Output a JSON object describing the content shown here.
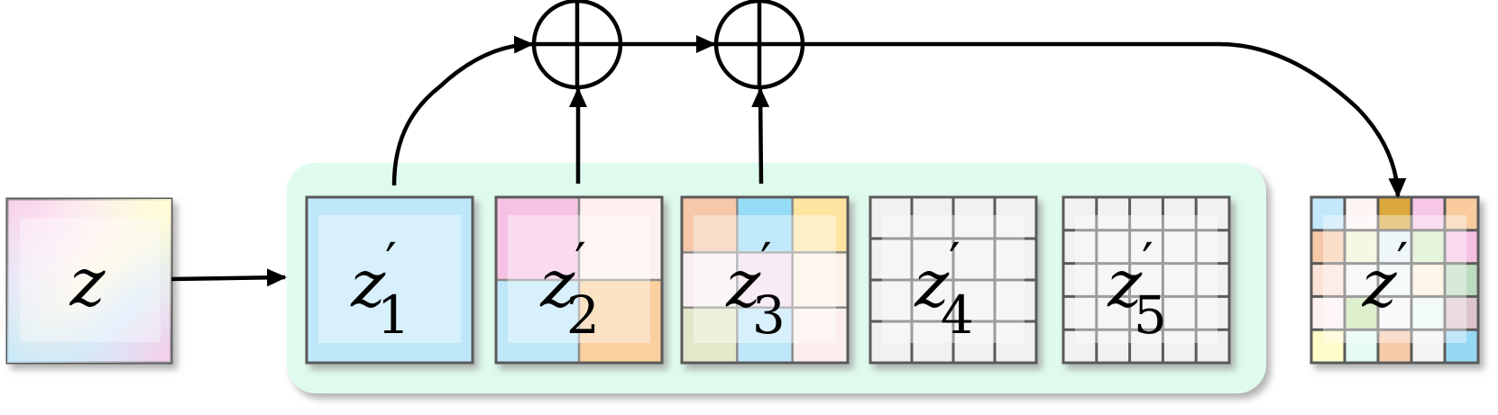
{
  "input": {
    "label": "z",
    "gradient": [
      "#f8c3e6",
      "#ffffd8",
      "#c2e8fb",
      "#f6bde4"
    ]
  },
  "scales": [
    {
      "base": "z",
      "subscript": "1",
      "prime": "′",
      "grid": 1,
      "colors": [
        "#bfe7fa"
      ]
    },
    {
      "base": "z",
      "subscript": "2",
      "prime": "′",
      "grid": 2,
      "colors": [
        "#f6c2e3",
        "#fdf0ee",
        "#bfe7fa",
        "#fbcf9e"
      ]
    },
    {
      "base": "z",
      "subscript": "3",
      "prime": "′",
      "grid": 3,
      "colors": [
        "#f6c7a9",
        "#97dcf6",
        "#fde4a0",
        "#fbeef0",
        "#f2e0ee",
        "#fdf2e7",
        "#e2e8c9",
        "#bfe7fa",
        "#fdeeee"
      ]
    },
    {
      "base": "z",
      "subscript": "4",
      "prime": "′",
      "grid": 4,
      "colors": [
        "#f1f1f1"
      ]
    },
    {
      "base": "z",
      "subscript": "5",
      "prime": "′",
      "grid": 5,
      "colors": [
        "#f1f1f1"
      ]
    }
  ],
  "output": {
    "base": "z",
    "prime": "′",
    "grid": 5,
    "colors": [
      "#c2e8fa",
      "#fdf5f3",
      "#dba83b",
      "#f8c7e6",
      "#f9cb9f",
      "#f5c9a7",
      "#f1f3d0",
      "#e7f2f8",
      "#d7edc6",
      "#f6c0e2",
      "#fbe2d7",
      "#f7f4f2",
      "#eef7f7",
      "#fdf1d9",
      "#bcdcc0",
      "#fdf1f0",
      "#c9e4ae",
      "#f7f3f5",
      "#eaf8f1",
      "#ddc4cb",
      "#fdfbc7",
      "#e4fbf2",
      "#f6c9a8",
      "#f4f4f4",
      "#97d9f5"
    ]
  },
  "operators": [
    {
      "symbol": "⊕"
    },
    {
      "symbol": "⊕"
    }
  ],
  "colors": {
    "container_fill": "#dffbed",
    "cell_border": "#5a5a5a",
    "grid_line": "#b0b0b0",
    "arrow": "#000000",
    "shadow": "#aaaaaa"
  }
}
